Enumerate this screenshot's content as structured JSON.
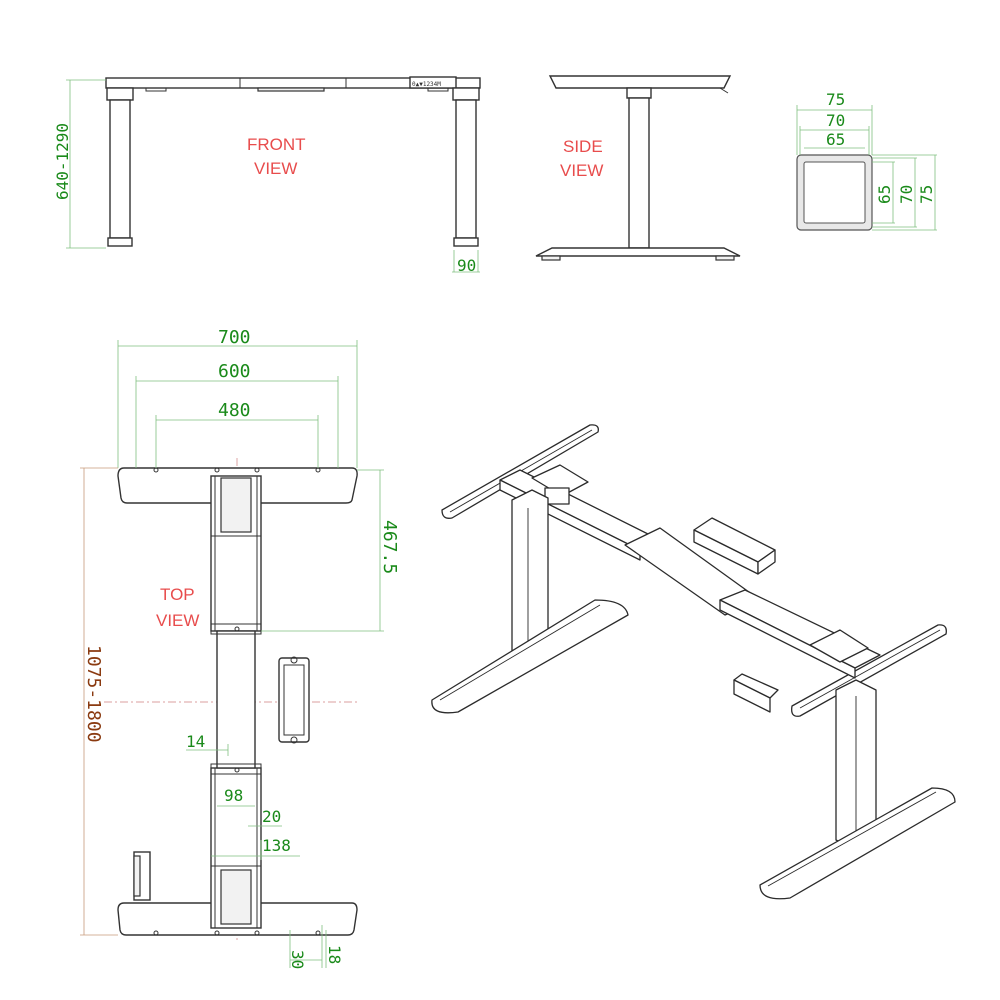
{
  "views": {
    "front": {
      "line1": "FRONT",
      "line2": "VIEW"
    },
    "side": {
      "line1": "SIDE",
      "line2": "VIEW"
    },
    "top": {
      "line1": "TOP",
      "line2": "VIEW"
    }
  },
  "keypad_text": "0▲▼1234M",
  "dimensions": {
    "front_height": "640-1290",
    "front_foot": "90",
    "profile_outer": "75",
    "profile_mid": "70",
    "profile_inner": "65",
    "top_width_700": "700",
    "top_width_600": "600",
    "top_width_480": "480",
    "top_depth": "467.5",
    "top_length": "1075-1800",
    "top_14": "14",
    "top_98": "98",
    "top_20": "20",
    "top_138": "138",
    "top_30": "30",
    "top_18": "18"
  },
  "colors": {
    "dimension": "#1a8a1a",
    "label": "#e84c4c",
    "length_dimension": "#8a3a10"
  }
}
